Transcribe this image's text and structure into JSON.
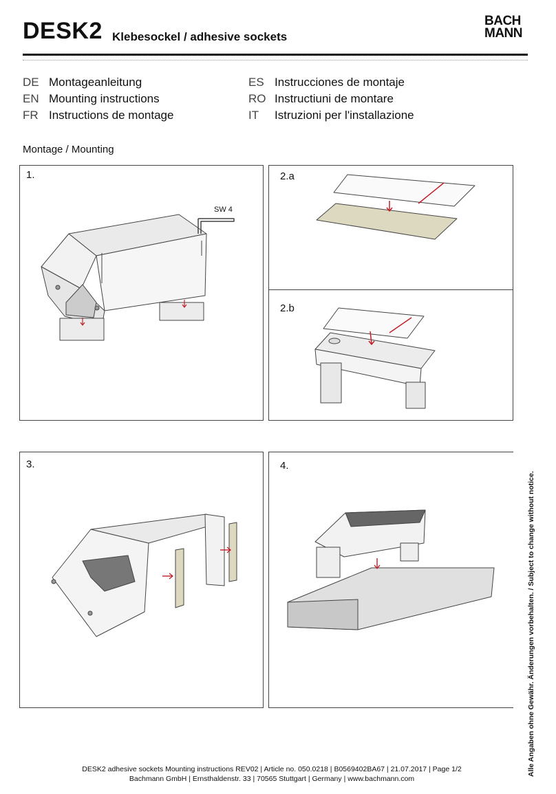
{
  "header": {
    "title": "DESK2",
    "subtitle": "Klebesockel / adhesive sockets",
    "logo_line1": "BACH",
    "logo_line2": "MANN"
  },
  "languages": [
    {
      "code": "DE",
      "text": "Montageanleitung"
    },
    {
      "code": "EN",
      "text": "Mounting instructions"
    },
    {
      "code": "FR",
      "text": "Instructions de montage"
    },
    {
      "code": "ES",
      "text": "Instrucciones de montaje"
    },
    {
      "code": "RO",
      "text": "Instructiuni de montare"
    },
    {
      "code": "IT",
      "text": "Istruzioni per l'installazione"
    }
  ],
  "section_title": "Montage / Mounting",
  "steps": {
    "s1": "1.",
    "s2a": "2.a",
    "s2b": "2.b",
    "s3": "3.",
    "s4": "4.",
    "tool_label": "SW 4"
  },
  "footer": {
    "line1": "DESK2 adhesive sockets Mounting instructions REV02 | Article no. 050.0218 | B0569402BA67 | 21.07.2017 | Page 1/2",
    "line2": "Bachmann GmbH | Ernsthaldenstr. 33 | 70565 Stuttgart | Germany | www.bachmann.com"
  },
  "disclaimer": "Alle Angaben ohne Gewähr. Änderungen vorbehalten. / Subject to change without notice.",
  "colors": {
    "accent_red": "#c0202a",
    "adhesive_beige": "#ddd9c0"
  }
}
